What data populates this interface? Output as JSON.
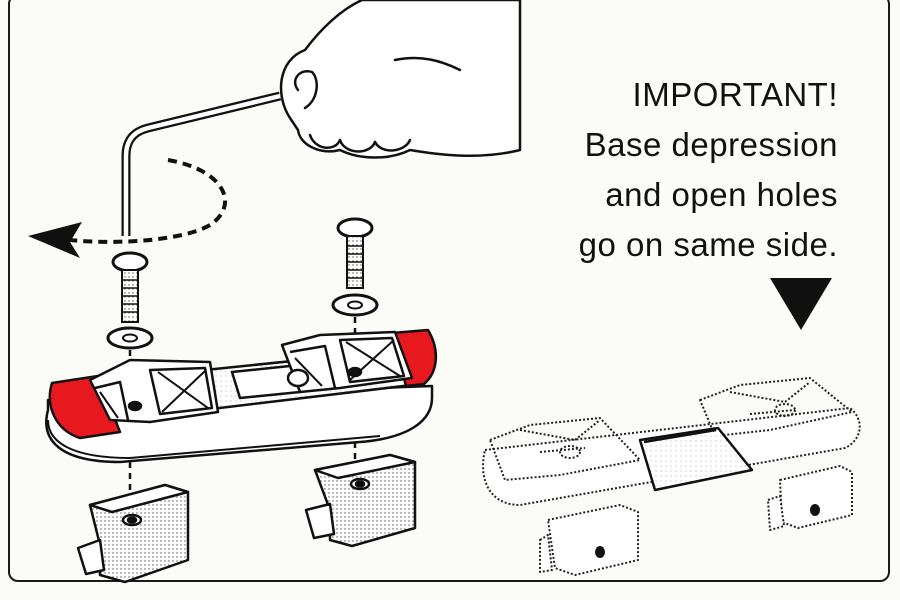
{
  "note": {
    "heading": "IMPORTANT!",
    "lines": [
      "Base depression",
      "and open holes",
      "go on same side."
    ]
  },
  "colors": {
    "ink": "#111111",
    "highlight_red": "#e8191e",
    "background": "#fbfbf8"
  },
  "icons": [
    "down-triangle-icon",
    "allen-key-icon",
    "hand-icon",
    "rotation-arrow-icon"
  ]
}
